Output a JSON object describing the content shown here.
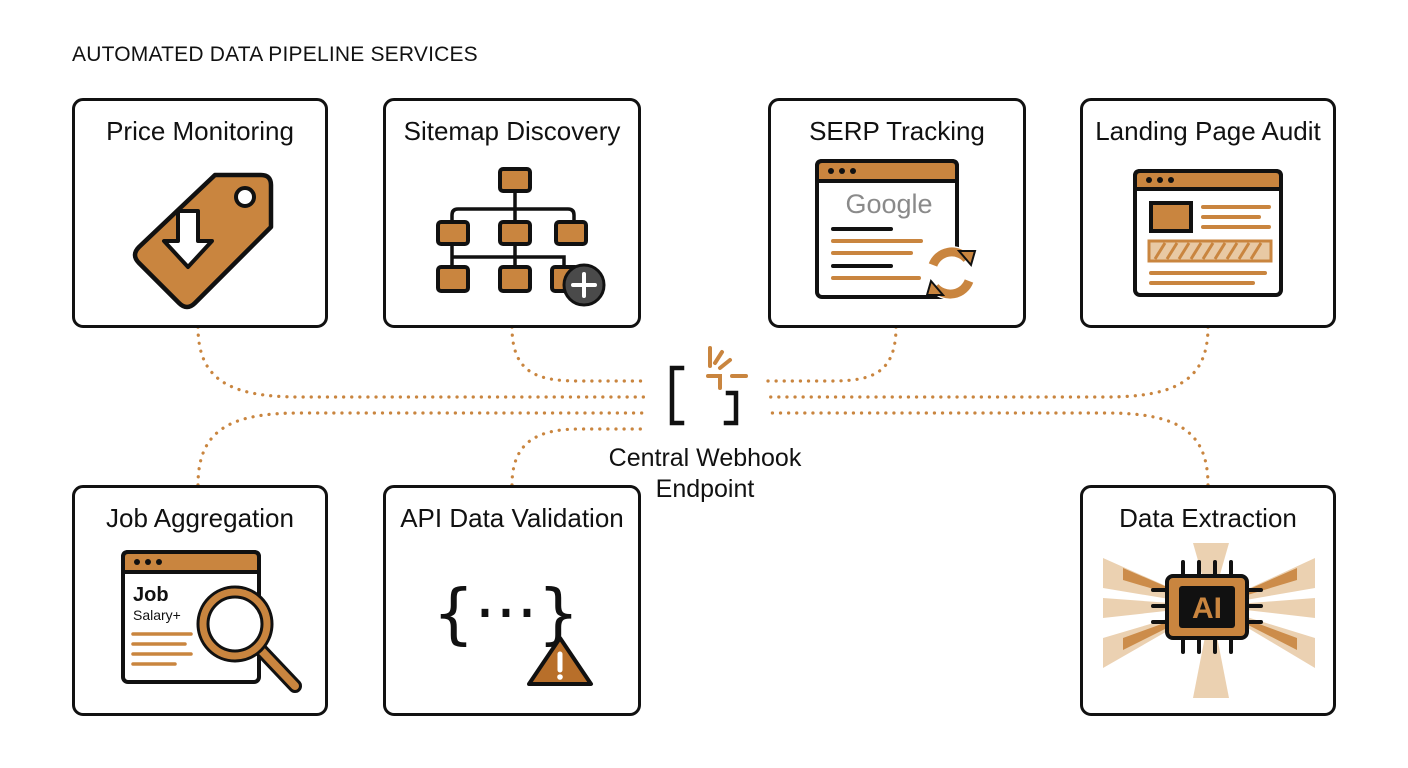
{
  "title": "AUTOMATED DATA PIPELINE SERVICES",
  "hub": {
    "label_line1": "Central Webhook",
    "label_line2": "Endpoint"
  },
  "services": {
    "price": {
      "title": "Price Monitoring"
    },
    "sitemap": {
      "title": "Sitemap Discovery"
    },
    "serp": {
      "title": "SERP Tracking",
      "logo_text": "Google"
    },
    "landing": {
      "title": "Landing Page Audit"
    },
    "job": {
      "title": "Job Aggregation",
      "line1": "Job",
      "line2": "Salary+"
    },
    "api": {
      "title": "API Data Validation",
      "glyph": "{···}"
    },
    "extract": {
      "title": "Data Extraction",
      "chip_text": "AI"
    }
  },
  "colors": {
    "accent": "#c9853f",
    "accent_dark": "#b86f2a",
    "stroke": "#111111",
    "accent_light": "#e8c9a4",
    "badge": "#4a4a4a"
  },
  "icons": {
    "price": "price-tag-down-arrow-icon",
    "sitemap": "sitemap-tree-plus-icon",
    "serp": "search-results-refresh-icon",
    "landing": "landing-page-layout-icon",
    "job": "job-listing-magnifier-icon",
    "api": "json-braces-warning-icon",
    "extract": "ai-chip-icon",
    "hub": "webhook-bracket-icon"
  }
}
